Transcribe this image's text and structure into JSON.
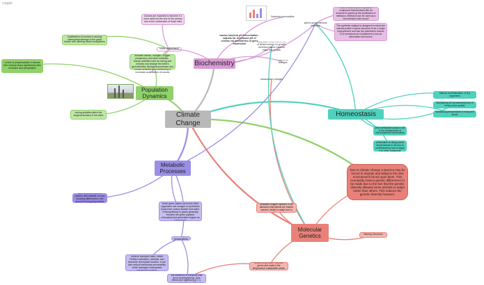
{
  "colors": {
    "green": "#8fd16a",
    "pink": "#d99ad6",
    "purple": "#9b8ee6",
    "teal": "#4fd1bd",
    "salmon": "#e98178",
    "grey": "#b9b9b9"
  },
  "watermark": "coggle",
  "hubs": [
    {
      "id": "climate",
      "label": "Climate Change"
    },
    {
      "id": "biochem",
      "label": "Biochemistry"
    },
    {
      "id": "homeo",
      "label": "Homeostasis"
    },
    {
      "id": "popdyn",
      "label": "Population Dynamics"
    },
    {
      "id": "metab",
      "label": "Metabolic Processes"
    },
    {
      "id": "molgen",
      "label": "Molecular Genetics"
    }
  ],
  "notes": [
    {
      "id": "n1",
      "text": "Oceans are expected to become 3 x more acidic by the end of the century due to the combustion of fossil fuels"
    },
    {
      "id": "n2",
      "text": "Acidification of oceans is causing widespread damage to the great barrier reef, altering ocean ecosystems"
    },
    {
      "id": "n3",
      "text": "ocean acidification"
    },
    {
      "id": "n4",
      "text": "Biogeochemistry: chemistry of the earth involves carbon, nitrogen, oxygen phosphorus and other minerals... human activities such as mining and industry can change the earth's geochemistry. Biological processes and human activities keep changing"
    },
    {
      "id": "n5",
      "text": "Human activities are contributing to increased acidification of oceans"
    },
    {
      "id": "n6",
      "text": "Levels of phophorylation in Neuse river estuary drops significantly after hurricane and precipitation"
    },
    {
      "id": "n7",
      "text": "mining activities affect the biogeochemistry of the earth"
    },
    {
      "id": "n8",
      "text": "Bacterial communities"
    },
    {
      "id": "n9",
      "text": "marine bacteria pH fermentation - adjusts for decreased pH of oceans via mechanism of gene expression"
    },
    {
      "id": "n10",
      "text": "Enzymes - molecules that speed up biochemical reactions"
    },
    {
      "id": "n11",
      "text": "Recent discovery of a synthetic compound that functions like an enzyme to speed up the production of methanol. Methanol can be used as a low emission fuel source"
    },
    {
      "id": "n12",
      "text": "The synthetic catalyst is designed to mimic the natural protein enzyme structure to be a major improvement and has the potential to reduce CO2 emissions as it transforms it into an alternative fuel source"
    },
    {
      "id": "n13",
      "text": "adaptation occurs as a cost of limited energy for growth; therefore marine bacteria make less protein"
    },
    {
      "id": "n14",
      "text": "regulatory changes"
    },
    {
      "id": "n15",
      "text": "transcription changes"
    },
    {
      "id": "n16",
      "text": "Natural acclimatization of tiny organisms"
    },
    {
      "id": "n17",
      "text": "Maintaining pH by balancing ions in living ocean quality"
    },
    {
      "id": "n18",
      "text": "Maintaining temperature in rising sea levels"
    },
    {
      "id": "n19",
      "text": "DNA methylation plays a role in the maintenance of transcriptional homeostasis"
    },
    {
      "id": "n20",
      "text": "Anatomies that can acclimatize to rising ocean temperatures is the key to understanding how to apply it to other organisms"
    },
    {
      "id": "n21",
      "text": "Due to climate change a species may be forced to migrate and adapt to the new environment forced upon them. This eventually causes genetic differences to be made due to the fact that the genetic diversity allowed some animals to adapt better than others. This reduces the genetic diversity however."
    },
    {
      "id": "n22",
      "text": "ground based measurements, such as those from the stations with satellite records showing differences in the amount of cropping surface monitoring of crop systems"
    },
    {
      "id": "n23",
      "text": "Photosynthesis is the process by which green plants and some other organisms use sunlight to synthesize foods from carbon dioxide and water. Photosynthesis in plants generally involves the green pigment chlorophyll and generates oxygen as a byproduct."
    },
    {
      "id": "n24",
      "text": "Rising temperatures"
    },
    {
      "id": "n25",
      "text": "Acidification, or decreasing seawater oxygen species, is an alteration that affects the marine species' ability to adapt and to transcriptional changes"
    },
    {
      "id": "n26",
      "text": "Altering Genomes"
    },
    {
      "id": "n27",
      "text": "Rising temperatures can decrease electron transport rates, inhibit Rubisco activation, stomata, and decrease chloroplast function. It can also reduce membrane permeability which damages chloroplasts membrane proteins"
    },
    {
      "id": "n28",
      "text": "Global temperature stabilize genes and make it the temperature sustainable plants"
    },
    {
      "id": "n29",
      "text": "Rising temperatures can reduce the efficiency of enzymes that drive photosynthesis, their effects are significant at 1 C, which will raise ET"
    }
  ],
  "edges": [
    {
      "from": "climate",
      "to": "biochem",
      "color": "#b9b9b9"
    },
    {
      "from": "climate",
      "to": "homeo",
      "color": "#4fd1bd"
    },
    {
      "from": "climate",
      "to": "popdyn",
      "color": "#8fd16a"
    },
    {
      "from": "climate",
      "to": "metab",
      "color": "#9b8ee6"
    },
    {
      "from": "climate",
      "to": "molgen",
      "color": "#e98178"
    },
    {
      "from": "climate",
      "to": "n21",
      "color": "#8fd16a"
    },
    {
      "from": "biochem",
      "to": "n3",
      "color": "#d99ad6"
    },
    {
      "from": "n3",
      "to": "n1",
      "color": "#d99ad6"
    },
    {
      "from": "n3",
      "to": "n2",
      "color": "#8fd16a"
    },
    {
      "from": "n3",
      "to": "n4",
      "color": "#d99ad6"
    },
    {
      "from": "n3",
      "to": "n5",
      "color": "#d99ad6"
    },
    {
      "from": "biochem",
      "to": "n9",
      "color": "#d99ad6"
    },
    {
      "from": "biochem",
      "to": "n10",
      "color": "#d99ad6"
    },
    {
      "from": "n10",
      "to": "n11",
      "color": "#d99ad6"
    },
    {
      "from": "n10",
      "to": "n12",
      "color": "#d99ad6"
    },
    {
      "from": "biochem",
      "to": "n14",
      "color": "#d99ad6"
    },
    {
      "from": "biochem",
      "to": "n13",
      "color": "#d99ad6"
    },
    {
      "from": "n9",
      "to": "n8",
      "color": "#d99ad6"
    },
    {
      "from": "popdyn",
      "to": "n6",
      "color": "#8fd16a"
    },
    {
      "from": "popdyn",
      "to": "n7",
      "color": "#8fd16a"
    },
    {
      "from": "popdyn",
      "to": "n4",
      "color": "#8fd16a"
    },
    {
      "from": "homeo",
      "to": "n16",
      "color": "#4fd1bd"
    },
    {
      "from": "homeo",
      "to": "n17",
      "color": "#4fd1bd"
    },
    {
      "from": "homeo",
      "to": "n18",
      "color": "#4fd1bd"
    },
    {
      "from": "homeo",
      "to": "n19",
      "color": "#4fd1bd"
    },
    {
      "from": "homeo",
      "to": "n20",
      "color": "#4fd1bd"
    },
    {
      "from": "homeo",
      "to": "n10",
      "color": "#4fd1bd"
    },
    {
      "from": "metab",
      "to": "n22",
      "color": "#9b8ee6"
    },
    {
      "from": "metab",
      "to": "n23",
      "color": "#9b8ee6"
    },
    {
      "from": "metab",
      "to": "n24",
      "color": "#9b8ee6"
    },
    {
      "from": "n24",
      "to": "n27",
      "color": "#9b8ee6"
    },
    {
      "from": "n24",
      "to": "n29",
      "color": "#9b8ee6"
    },
    {
      "from": "metab",
      "to": "n10",
      "color": "#9b8ee6"
    },
    {
      "from": "molgen",
      "to": "n25",
      "color": "#e98178"
    },
    {
      "from": "molgen",
      "to": "n26",
      "color": "#e98178"
    },
    {
      "from": "molgen",
      "to": "n21",
      "color": "#e98178"
    },
    {
      "from": "molgen",
      "to": "n28",
      "color": "#e98178"
    },
    {
      "from": "molgen",
      "to": "n15",
      "color": "#e98178"
    },
    {
      "from": "n28",
      "to": "n29",
      "color": "#e98178"
    },
    {
      "from": "molgen",
      "to": "n13",
      "color": "#4fd1bd"
    }
  ]
}
